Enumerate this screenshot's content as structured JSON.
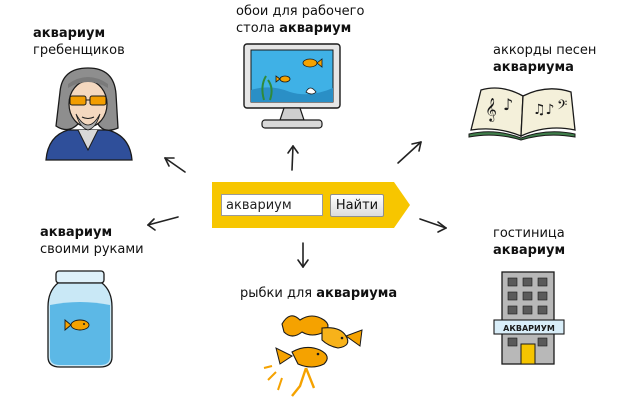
{
  "search": {
    "query": "аквариум",
    "button_label": "Найти"
  },
  "items": {
    "grebenshchikov": {
      "bold": "аквариум",
      "normal": "гребенщиков"
    },
    "wallpaper": {
      "normal": "обои для рабочего стола",
      "bold": "аквариум"
    },
    "chords": {
      "normal": "аккорды песен",
      "bold": "аквариума"
    },
    "diy": {
      "bold": "аквариум",
      "normal": "своими руками"
    },
    "fish": {
      "normal": "рыбки для",
      "bold": "аквариума"
    },
    "hotel": {
      "normal": "гостиница",
      "bold": "аквариум"
    }
  },
  "hotel_sign": "АКВАРИУМ",
  "colors": {
    "accent": "#f7c600",
    "water": "#5cb8e6",
    "fish": "#f5a200"
  },
  "icons": [
    "musician-portrait-icon",
    "monitor-icon",
    "songbook-icon",
    "fish-jar-icon",
    "goldfish-icon",
    "hotel-building-icon",
    "arrow-icon"
  ]
}
